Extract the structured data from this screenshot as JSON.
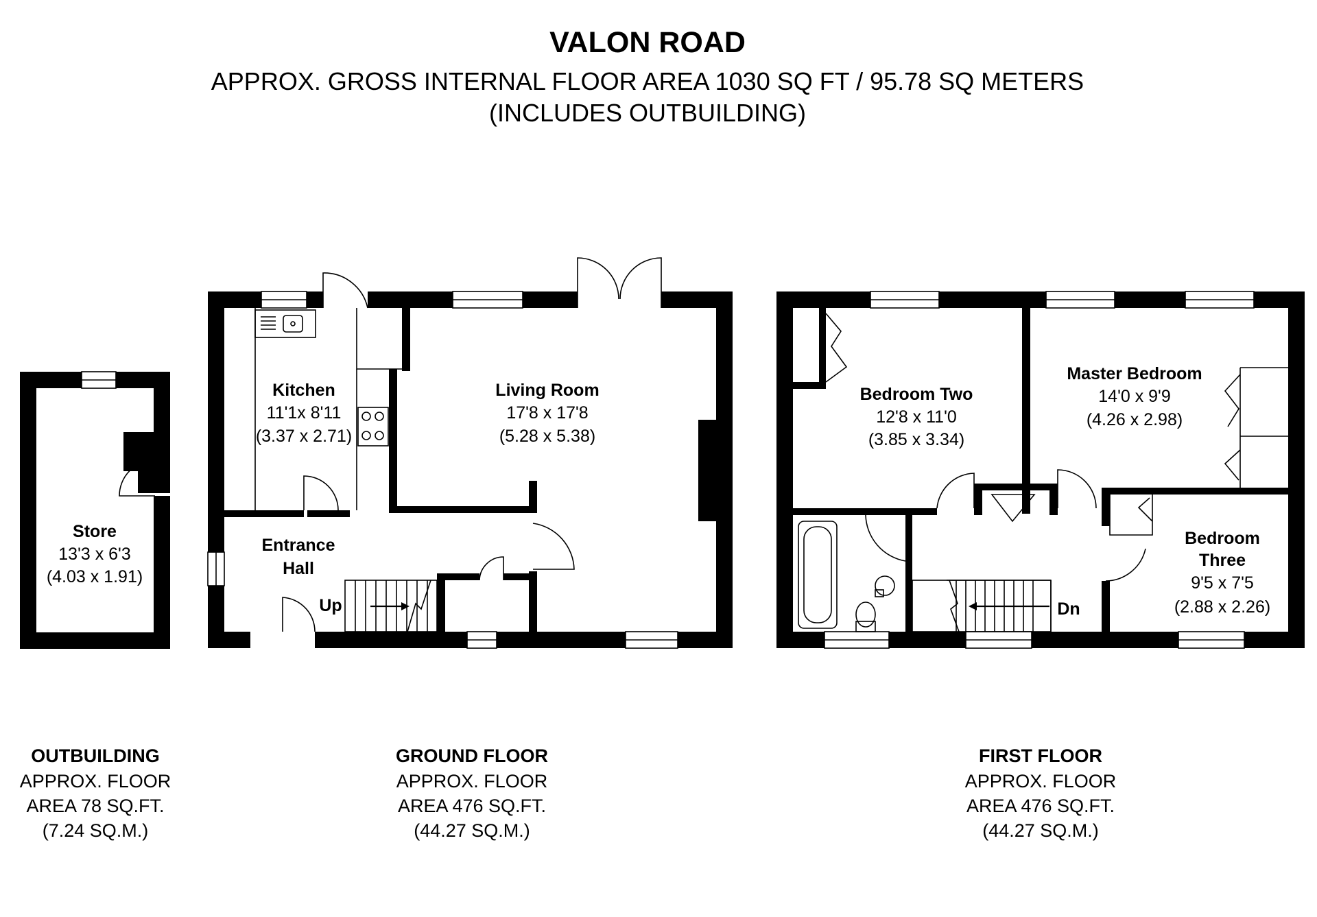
{
  "header": {
    "title": "VALON ROAD",
    "subtitle": "APPROX. GROSS INTERNAL FLOOR AREA 1030 SQ FT / 95.78 SQ METERS",
    "note": "(INCLUDES OUTBUILDING)"
  },
  "rooms": {
    "store": {
      "name": "Store",
      "dims_imperial": "13'3 x 6'3",
      "dims_metric": "(4.03 x 1.91)"
    },
    "kitchen": {
      "name": "Kitchen",
      "dims_imperial": "11'1x 8'11",
      "dims_metric": "(3.37 x 2.71)"
    },
    "living_room": {
      "name": "Living Room",
      "dims_imperial": "17'8 x 17'8",
      "dims_metric": "(5.28 x 5.38)"
    },
    "entrance_hall": {
      "name_line1": "Entrance",
      "name_line2": "Hall"
    },
    "bedroom_two": {
      "name": "Bedroom Two",
      "dims_imperial": "12'8 x 11'0",
      "dims_metric": "(3.85 x 3.34)"
    },
    "master_bedroom": {
      "name": "Master Bedroom",
      "dims_imperial": "14'0 x 9'9",
      "dims_metric": "(4.26 x 2.98)"
    },
    "bedroom_three": {
      "name_line1": "Bedroom",
      "name_line2": "Three",
      "dims_imperial": "9'5 x 7'5",
      "dims_metric": "(2.88 x 2.26)"
    }
  },
  "stairs": {
    "up_label": "Up",
    "down_label": "Dn"
  },
  "floors": [
    {
      "name": "OUTBUILDING",
      "line1": "APPROX. FLOOR",
      "line2": "AREA 78 SQ.FT.",
      "line3": "(7.24 SQ.M.)"
    },
    {
      "name": "GROUND FLOOR",
      "line1": "APPROX. FLOOR",
      "line2": "AREA 476 SQ.FT.",
      "line3": "(44.27 SQ.M.)"
    },
    {
      "name": "FIRST FLOOR",
      "line1": "APPROX. FLOOR",
      "line2": "AREA 476 SQ.FT.",
      "line3": "(44.27 SQ.M.)"
    }
  ],
  "colors": {
    "wall": "#000000",
    "background": "#ffffff"
  }
}
